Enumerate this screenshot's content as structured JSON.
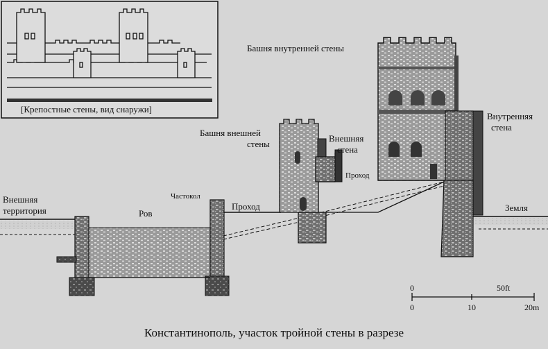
{
  "inset": {
    "caption": "[Крепостные стены, вид снаружи]"
  },
  "labels": {
    "inner_tower": "Башня внутренней стены",
    "outer_tower_1": "Башня внешней",
    "outer_tower_2": "стены",
    "outer_wall_1": "Внешняя",
    "outer_wall_2": "стена",
    "inner_wall_1": "Внутренняя",
    "inner_wall_2": "стена",
    "passage_small": "Проход",
    "passage": "Проход",
    "palisade": "Частокол",
    "moat": "Ров",
    "outside_1": "Внешняя",
    "outside_2": "территория",
    "ground": "Земля"
  },
  "scale": {
    "feet_zero": "0",
    "feet_label": "50ft",
    "m_zero": "0",
    "m_mid": "10",
    "m_end": "20m"
  },
  "caption": "Константинополь, участок тройной стены в разрезе",
  "colors": {
    "background": "#d6d6d6",
    "stone": "#6a6a6a",
    "stone_dark": "#3a3a3a",
    "line": "#111111"
  }
}
